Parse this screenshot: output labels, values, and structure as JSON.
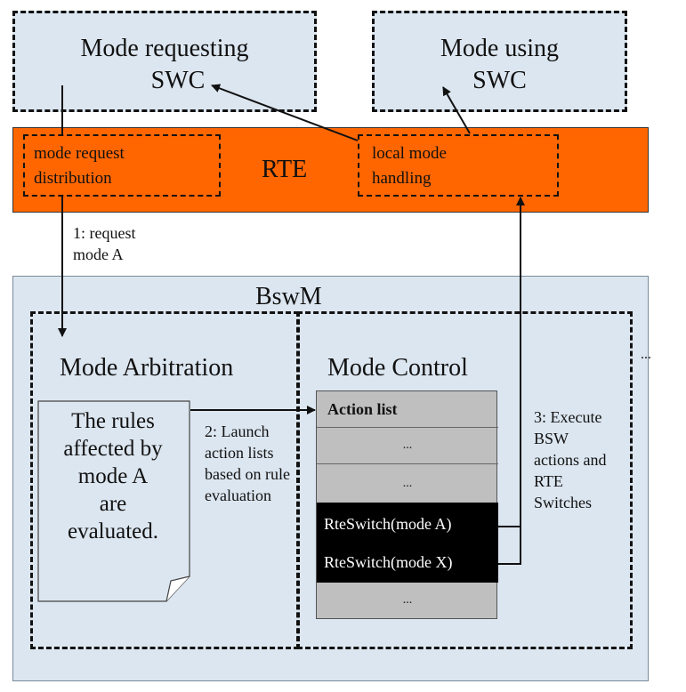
{
  "swc_requesting": {
    "line1": "Mode requesting",
    "line2": "SWC"
  },
  "swc_using": {
    "line1": "Mode using",
    "line2": "SWC"
  },
  "rte": {
    "label": "RTE",
    "request_dist": {
      "line1": "mode request",
      "line2": "distribution"
    },
    "local_handling": {
      "line1": "local mode",
      "line2": "handling"
    }
  },
  "steps": {
    "step1": {
      "line1": "1: request",
      "line2": "mode A"
    },
    "step2": {
      "line1": "2: Launch",
      "line2": "action lists",
      "line3": "based on rule",
      "line4": "evaluation"
    },
    "step3": {
      "line1": "3: Execute",
      "line2": "BSW",
      "line3": "actions and",
      "line4": "RTE",
      "line5": "Switches"
    }
  },
  "bswm": {
    "title": "BswM",
    "arbitration_title": "Mode Arbitration",
    "control_title": "Mode Control",
    "ellipsis_right": "...",
    "document_note": {
      "line1": "The rules",
      "line2": "affected by",
      "line3": "mode A",
      "line4": "are",
      "line5": "evaluated."
    },
    "action_list": {
      "header": "Action list",
      "row1": "...",
      "row2": "...",
      "row3": "RteSwitch(mode A)",
      "row4": "RteSwitch(mode X)",
      "row5": "..."
    }
  },
  "colors": {
    "rte_orange": "#ff6600",
    "swc_fill": "#dce6f0",
    "list_gray": "#bfbfbf",
    "list_black": "#000000"
  }
}
